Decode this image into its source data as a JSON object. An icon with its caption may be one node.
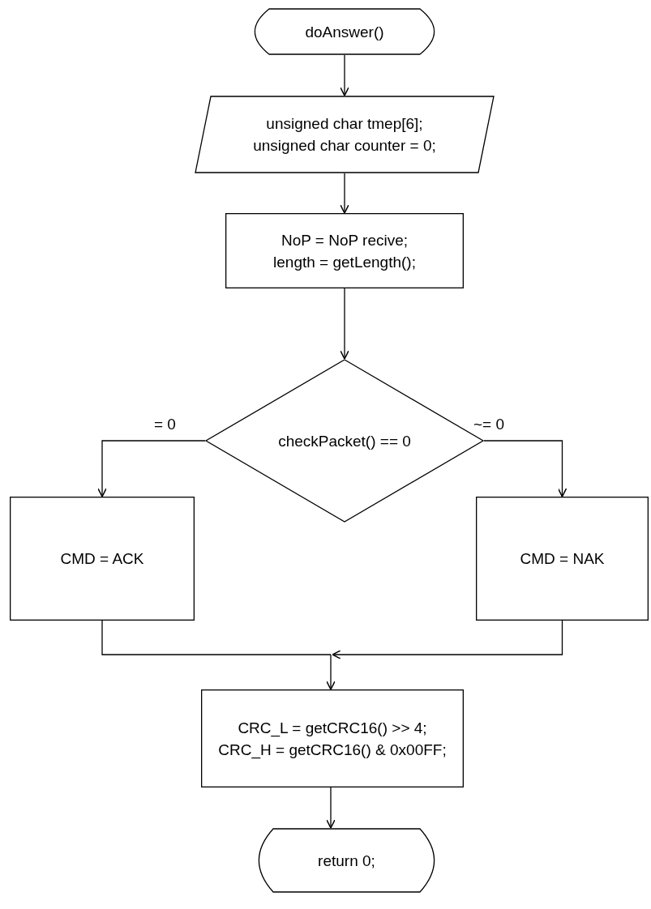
{
  "diagram": {
    "nodes": [
      {
        "text": [
          "doAnswer()"
        ]
      },
      {
        "text": [
          "unsigned char tmep[6];",
          "unsigned char counter = 0;"
        ]
      },
      {
        "text": [
          "NoP = NoP recive;",
          "length = getLength();"
        ]
      },
      {
        "text": [
          "checkPacket() == 0"
        ]
      },
      {
        "text": [
          "CMD = ACK"
        ]
      },
      {
        "text": [
          "CMD = NAK"
        ]
      },
      {
        "text": [
          "CRC_L = getCRC16() >> 4;",
          "CRC_H = getCRC16() & 0x00FF;"
        ]
      },
      {
        "text": [
          "return 0;"
        ]
      }
    ],
    "edges": [
      {
        "from": 0,
        "to": 1,
        "arrow": "to"
      },
      {
        "from": 1,
        "to": 2,
        "arrow": "to"
      },
      {
        "from": 2,
        "to": 3,
        "arrow": "to"
      },
      {
        "from": 3,
        "to": 4,
        "arrow": "to",
        "label": "= 0"
      },
      {
        "from": 3,
        "to": 5,
        "arrow": "to",
        "label": "~= 0"
      },
      {
        "from": 4,
        "to": 6,
        "arrow": "to"
      },
      {
        "from": 5,
        "to": 6,
        "arrow": "to"
      },
      {
        "from": 6,
        "to": 7,
        "arrow": "to"
      }
    ]
  }
}
